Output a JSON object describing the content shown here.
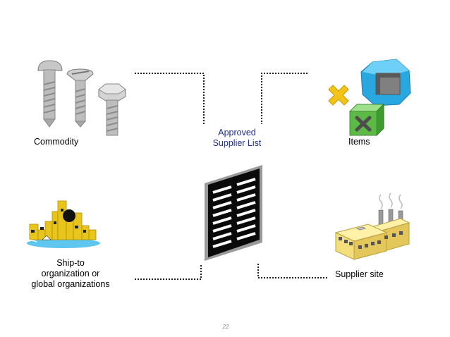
{
  "labels": {
    "commodity": "Commodity",
    "items": "Items",
    "center_line1": "Approved",
    "center_line2": "Supplier List",
    "shipto_line1": "Ship-to",
    "shipto_line2": "organization or",
    "shipto_line3": "global organizations",
    "supplier_site": "Supplier site"
  },
  "page_number": "22",
  "colors": {
    "accent_text": "#1f2f8a",
    "connector": "#222222",
    "item_blue": "#29a7e1",
    "item_green": "#5cb946",
    "item_yellow": "#f2c418",
    "city_yellow": "#e8c51c",
    "factory_yellow": "#f4df7c"
  },
  "icons": {
    "commodity": "screws-icon",
    "items": "items-icon",
    "center": "document-list-icon",
    "shipto": "city-icon",
    "supplier_site": "factory-icon"
  }
}
